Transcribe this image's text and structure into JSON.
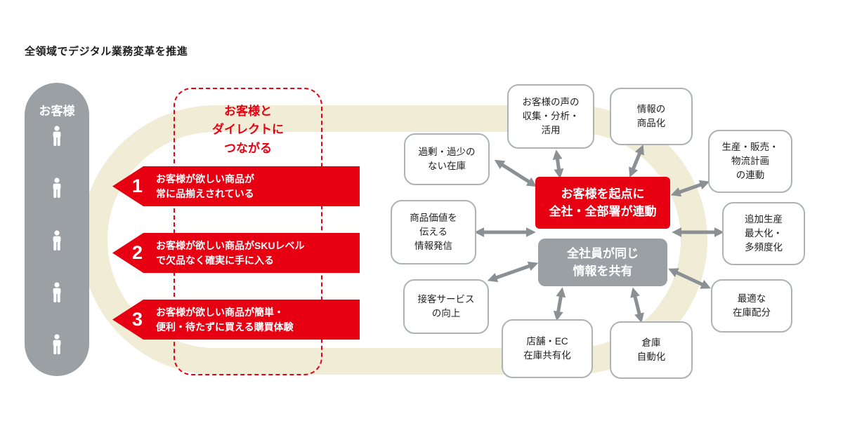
{
  "title": "全領域でデジタル業務変革を推進",
  "customer": {
    "label": "お客様"
  },
  "direct": {
    "title": "お客様と\nダイレクトに\nつながる"
  },
  "goals": [
    {
      "num": "1",
      "text": "お客様が欲しい商品が\n常に品揃えされている"
    },
    {
      "num": "2",
      "text": "お客様が欲しい商品がSKUレベル\nで欠品なく確実に手に入る"
    },
    {
      "num": "3",
      "text": "お客様が欲しい商品が簡単・\n便利・待たずに買える購買体験"
    }
  ],
  "hub": {
    "center_primary": "お客様を起点に\n全社・全部署が連動",
    "center_secondary": "全社員が同じ\n情報を共有",
    "nodes": [
      {
        "label": "過剰・過少の\nない在庫"
      },
      {
        "label": "お客様の声の\n収集・分析・\n活用"
      },
      {
        "label": "情報の\n商品化"
      },
      {
        "label": "生産・販売・\n物流計画\nの連動"
      },
      {
        "label": "追加生産\n最大化・\n多頻度化"
      },
      {
        "label": "最適な\n在庫配分"
      },
      {
        "label": "倉庫\n自動化"
      },
      {
        "label": "店舗・EC\n在庫共有化"
      },
      {
        "label": "接客サービス\nの向上"
      },
      {
        "label": "商品価値を\n伝える\n情報発信"
      }
    ]
  },
  "icons": {
    "customer_person": "person-icon"
  },
  "colors": {
    "accent_red": "#e60012",
    "gray": "#9aa0a3",
    "beige_ring": "#f1ecd5",
    "arrow_gray": "#8a9093",
    "node_border": "#aeb2b4"
  }
}
